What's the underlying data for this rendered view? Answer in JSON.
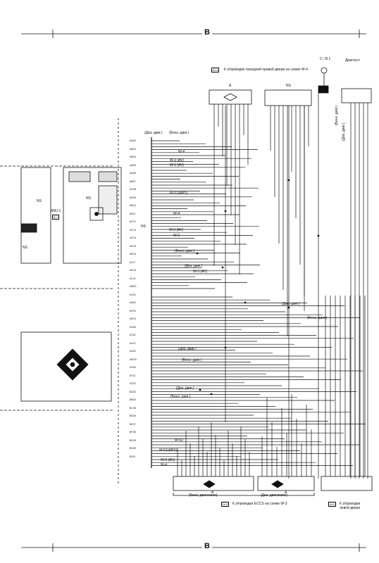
{
  "sheet": {
    "label_top": "B",
    "label_bottom": "B"
  },
  "references": {
    "top_ref_code": "W-4",
    "top_ref_text": "К з/проводке передней правой двери на схеме W-4",
    "bottom_ref_code": "W-3",
    "bottom_ref_text": "К з/проводке ECCS на схеме W-3",
    "bottom_right_ref_code": "W-5",
    "bottom_right_ref_text_1": "К з/проводке",
    "bottom_right_ref_text_2": "левой двери",
    "smj_label": "SMJ-1",
    "smj_code": "B-1",
    "cb_label": "C / B 1",
    "diag_label": "Диагност"
  },
  "connectors": {
    "top_a": "A",
    "top_ns": "NS",
    "bottom_a_left": "A",
    "bottom_a_right": "A",
    "left_ns_1": "NS",
    "left_ns_2": "NS",
    "left_ns_3": "NS",
    "left_ns_4": "NS"
  },
  "annotations": {
    "dis_eng": "(Диз. двиг.)",
    "benz_eng": "(Бенз. двиг.)",
    "benz_engines": "(Бенз. двигатели)",
    "dis_engines": "(Диз. двигатели)"
  },
  "wire_refs": {
    "w4": "W-4",
    "w3av": "W-3 (AV)",
    "w51abs": "W-51(ABS)",
    "w2": "W-2",
    "w52": "W-52"
  },
  "wire_codes": [
    "AA02",
    "AB03",
    "AB04",
    "AA05",
    "AA06",
    "AB07",
    "AC08",
    "AD09",
    "AB10",
    "AE11",
    "AF12",
    "AC13",
    "AG14",
    "AH15",
    "AE16",
    "AJ17",
    "AK18",
    "AL19",
    "AM20",
    "AH21",
    "AN22",
    "AP23",
    "AR24",
    "AS25",
    "AT26",
    "AU27",
    "AV28",
    "AW29",
    "AX30",
    "AY31",
    "AZ32",
    "BA33",
    "BB34",
    "BC35",
    "BD36",
    "BE37",
    "BF38",
    "BG39",
    "BH40",
    "BJ41"
  ]
}
